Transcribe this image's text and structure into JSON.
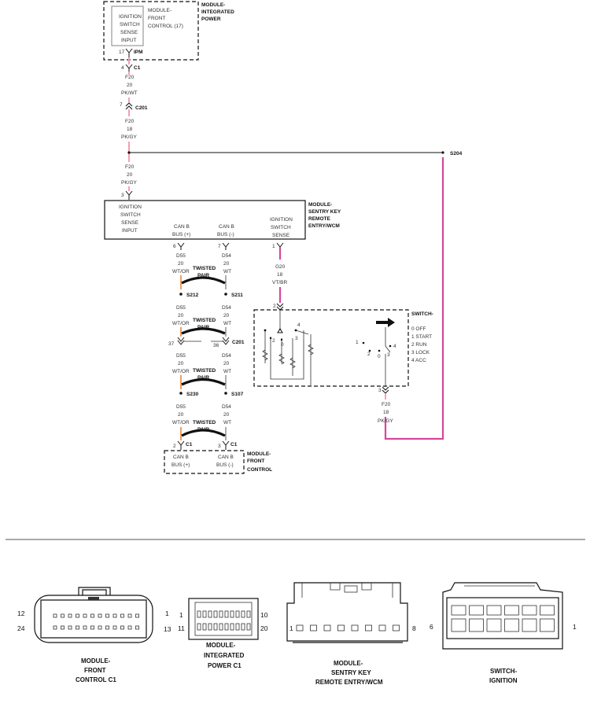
{
  "modules": {
    "ipm": {
      "title_1": "MODULE-",
      "title_2": "INTEGRATED",
      "title_3": "POWER",
      "inner_1": "IGNITION",
      "inner_2": "SWITCH",
      "inner_3": "SENSE",
      "inner_4": "INPUT",
      "side_1": "MODULE-",
      "side_2": "FRONT",
      "side_3": "CONTROL (17)",
      "pin": "17",
      "pin_label": "IPM"
    },
    "skrem": {
      "title_1": "MODULE-",
      "title_2": "SENTRY KEY",
      "title_3": "REMOTE",
      "title_4": "ENTRY/WCM",
      "isi_1": "IGNITION",
      "isi_2": "SWITCH",
      "isi_3": "SENSE",
      "isi_4": "INPUT",
      "canp_1": "CAN B",
      "canp_2": "BUS (+)",
      "canm_1": "CAN B",
      "canm_2": "BUS (-)",
      "iss_1": "IGNITION",
      "iss_2": "SWITCH",
      "iss_3": "SENSE",
      "pin_canp": "6",
      "pin_canm": "7",
      "pin_iss": "1",
      "pin_in": "3"
    },
    "switch": {
      "title": "SWITCH-",
      "pin_top": "2",
      "pin_bot": "3",
      "pin_4": "4",
      "pin_2": "2",
      "pin_0": "0",
      "pin_3": "3",
      "sw_1": "1",
      "sw_2": "2",
      "sw_0": "0",
      "sw_3": "3",
      "sw_4": "4",
      "pos_0": "0 OFF",
      "pos_1": "1 START",
      "pos_2": "2 RUN",
      "pos_3": "3 LOCK",
      "pos_4": "4 ACC"
    },
    "fcm": {
      "title_1": "MODULE-",
      "title_2": "FRONT",
      "title_3": "CONTROL",
      "canp_1": "CAN B",
      "canp_2": "BUS (+)",
      "canm_1": "CAN B",
      "canm_2": "BUS (-)",
      "pin_p": "2",
      "pin_m": "3",
      "conn": "C1"
    }
  },
  "wires": {
    "f20_pkwt": {
      "c": "F20",
      "g": "20",
      "col": "PK/WT"
    },
    "f20_pkgy_a": {
      "c": "F20",
      "g": "18",
      "col": "PK/GY"
    },
    "f20_pkgy_b": {
      "c": "F20",
      "g": "20",
      "col": "PK/GY"
    },
    "f20_pkgy_c": {
      "c": "F20",
      "g": "18",
      "col": "PK/GY"
    },
    "g20": {
      "c": "G20",
      "g": "18",
      "col": "VT/BR"
    },
    "d55": {
      "c": "D55",
      "g": "20",
      "col": "WT/OR"
    },
    "d54": {
      "c": "D54",
      "g": "20",
      "col": "WT"
    }
  },
  "connectors": {
    "c1_pin": "4",
    "c1": "C1",
    "c201_pin": "7",
    "c201": "C201",
    "s204": "S204",
    "s212": "S212",
    "s211": "S211",
    "c201b_pin_l": "37",
    "c201b_pin_r": "36",
    "c201b": "C201",
    "s230": "S230",
    "s107": "S107",
    "twisted": "TWISTED",
    "pair": "PAIR"
  },
  "bottom": {
    "fcm_c1": {
      "l1": "MODULE-",
      "l2": "FRONT",
      "l3": "CONTROL C1",
      "p12": "12",
      "p1": "1",
      "p24": "24",
      "p13": "13"
    },
    "ipm_c1": {
      "l1": "MODULE-",
      "l2": "INTEGRATED",
      "l3": "POWER C1",
      "p1": "1",
      "p10": "10",
      "p11": "11",
      "p20": "20"
    },
    "skrem": {
      "l1": "MODULE-",
      "l2": "SENTRY KEY",
      "l3": "REMOTE ENTRY/WCM",
      "p1": "1",
      "p8": "8"
    },
    "ign": {
      "l1": "SWITCH-",
      "l2": "IGNITION",
      "p6": "6",
      "p1": "1"
    }
  }
}
